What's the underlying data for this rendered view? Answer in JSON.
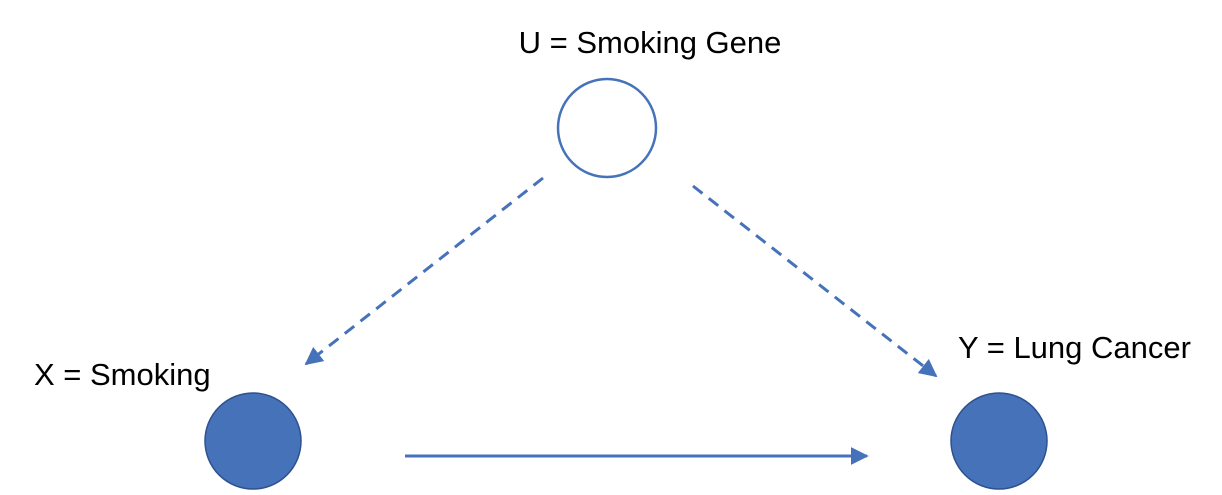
{
  "diagram": {
    "nodes": {
      "u": {
        "label": "U = Smoking Gene",
        "observed": false
      },
      "x": {
        "label": "X = Smoking",
        "observed": true
      },
      "y": {
        "label": "Y = Lung Cancer",
        "observed": true
      }
    },
    "edges": [
      {
        "from": "u",
        "to": "x",
        "style": "dashed"
      },
      {
        "from": "u",
        "to": "y",
        "style": "dashed"
      },
      {
        "from": "x",
        "to": "y",
        "style": "solid"
      }
    ],
    "colors": {
      "node_fill_observed": "#4672B9",
      "node_stroke": "#2F528F",
      "node_unobserved_stroke": "#4672B9",
      "edge": "#4672B9",
      "text": "#000000"
    }
  }
}
